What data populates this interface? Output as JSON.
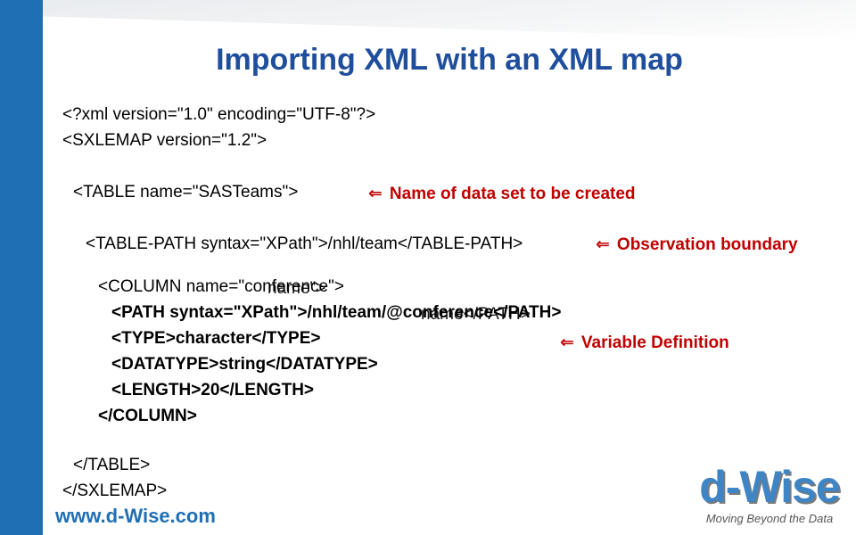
{
  "slide": {
    "title": "Importing XML with an XML map"
  },
  "code": {
    "line1": "<?xml version=\"1.0\" encoding=\"UTF-8\"?>",
    "line2": "<SXLEMAP version=\"1.2\">",
    "line3": "<TABLE name=\"SASTeams\">",
    "line4": "<TABLE-PATH syntax=\"XPath\">/nhl/team</TABLE-PATH>",
    "line5": "<COLUMN name=\"conference\">",
    "line5_overlay": "name\">",
    "line6": "<PATH syntax=\"XPath\">/nhl/team/@conference</PATH>",
    "line6_overlay": "name</PATH>",
    "line7": "<TYPE>character</TYPE>",
    "line8": "<DATATYPE>string</DATATYPE>",
    "line9": "<LENGTH>20</LENGTH>",
    "line10": "</COLUMN>",
    "line11": "</TABLE>",
    "line12": "</SXLEMAP>"
  },
  "annotations": {
    "arrow_glyph": "⇐",
    "dataset": "Name of data set to be created",
    "boundary": "Observation boundary",
    "variable": "Variable Definition",
    "color": "#c00000"
  },
  "footer": {
    "url": "www.d-Wise.com"
  },
  "logo": {
    "mark": "d-Wise",
    "tagline": "Moving Beyond the Data"
  },
  "colors": {
    "sidebar": "#1f6fb5",
    "title": "#1f4e9c",
    "logo": "#3e85c6"
  }
}
